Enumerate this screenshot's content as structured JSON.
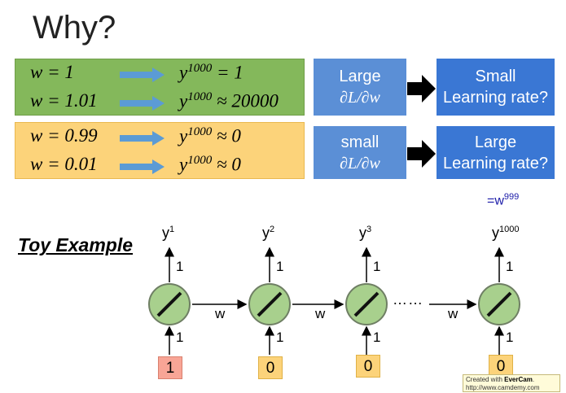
{
  "title": "Why?",
  "green_rows": [
    {
      "lhs": "w = 1",
      "rhs_base": "y",
      "rhs_exp": "1000",
      "rhs_rest": " = 1"
    },
    {
      "lhs": "w = 1.01",
      "rhs_base": "y",
      "rhs_exp": "1000",
      "rhs_rest": " ≈ 20000"
    }
  ],
  "orange_rows": [
    {
      "lhs": "w = 0.99",
      "rhs_base": "y",
      "rhs_exp": "1000",
      "rhs_rest": " ≈ 0"
    },
    {
      "lhs": "w = 0.01",
      "rhs_base": "y",
      "rhs_exp": "1000",
      "rhs_rest": " ≈ 0"
    }
  ],
  "boxes": {
    "large_grad": {
      "line1": "Large",
      "line2": "∂L/∂w"
    },
    "small_lr": {
      "line1": "Small",
      "line2": "Learning rate?"
    },
    "small_grad": {
      "line1": "small",
      "line2": "∂L/∂w"
    },
    "large_lr": {
      "line1": "Large",
      "line2": "Learning rate?"
    }
  },
  "w_power": {
    "base": "=w",
    "exp": "999"
  },
  "toy_label": "Toy Example",
  "network": {
    "outputs": [
      {
        "base": "y",
        "exp": "1"
      },
      {
        "base": "y",
        "exp": "2"
      },
      {
        "base": "y",
        "exp": "3"
      },
      {
        "base": "y",
        "exp": "1000"
      }
    ],
    "up_weights": [
      "1",
      "1",
      "1",
      "1"
    ],
    "in_weights": [
      "1",
      "1",
      "1",
      "1"
    ],
    "link_weights": [
      "w",
      "w",
      "w"
    ],
    "inputs": [
      "1",
      "0",
      "0",
      "0"
    ],
    "ellipsis": "……"
  },
  "watermark": {
    "line1_pre": "Created with ",
    "line1_brand": "EverCam",
    "line1_post": ".",
    "line2": "http://www.camdemy.com"
  },
  "colors": {
    "green": "#84b85b",
    "orange": "#fcd37a",
    "blue": "#5b8fd6",
    "node": "#a8d08d",
    "input_red": "#f8a596",
    "arrow_blue": "#5b9bd5"
  }
}
